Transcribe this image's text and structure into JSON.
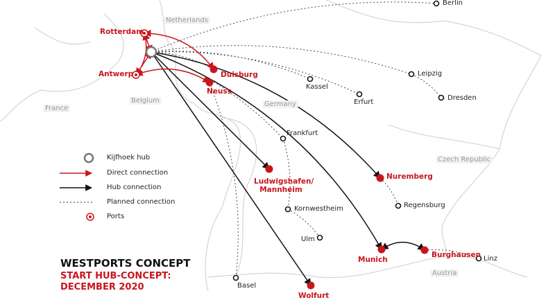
{
  "colors": {
    "accent": "#c8161d",
    "hub": "#777777",
    "line": "#111111",
    "border": "#cccccc"
  },
  "countries": [
    "Netherlands",
    "Belgium",
    "France",
    "Germany",
    "Czech Republic",
    "Austria"
  ],
  "ports": [
    "Rotterdam",
    "Antwerp"
  ],
  "terminals_red": [
    "Duisburg",
    "Neuss",
    "Ludwigshafen/ Mannheim",
    "Nuremberg",
    "Munich",
    "Burghausen",
    "Wolfurt"
  ],
  "terminals_planned": [
    "Berlin",
    "Leipzig",
    "Dresden",
    "Kassel",
    "Erfurt",
    "Frankfurt",
    "Kornwestheim",
    "Ulm",
    "Basel",
    "Regensburg",
    "Linz"
  ],
  "legend": [
    {
      "icon": "hub-circle",
      "label": "Kijfhoek hub"
    },
    {
      "icon": "red-arrow",
      "label": "Direct connection"
    },
    {
      "icon": "black-arrow",
      "label": "Hub connection"
    },
    {
      "icon": "dotted-line",
      "label": "Planned connection"
    },
    {
      "icon": "port-target",
      "label": "Ports"
    }
  ],
  "title": "WESTPORTS CONCEPT",
  "subtitle_1": "START HUB-CONCEPT:",
  "subtitle_2": "DECEMBER 2020",
  "connections": {
    "direct": [
      [
        "Rotterdam",
        "Duisburg"
      ],
      [
        "Antwerp",
        "Neuss"
      ],
      [
        "Rotterdam",
        "Antwerp"
      ],
      [
        "Hub",
        "Rotterdam"
      ],
      [
        "Hub",
        "Antwerp"
      ]
    ],
    "hub": [
      [
        "Hub",
        "Ludwigshafen/ Mannheim"
      ],
      [
        "Hub",
        "Wolfurt"
      ],
      [
        "Hub",
        "Nuremberg"
      ],
      [
        "Hub",
        "Munich"
      ],
      [
        "Munich",
        "Burghausen"
      ]
    ],
    "planned": [
      [
        "Hub",
        "Berlin"
      ],
      [
        "Hub",
        "Leipzig"
      ],
      [
        "Leipzig",
        "Dresden"
      ],
      [
        "Hub",
        "Kassel"
      ],
      [
        "Hub",
        "Erfurt"
      ],
      [
        "Hub",
        "Duisburg"
      ],
      [
        "Hub",
        "Frankfurt"
      ],
      [
        "Frankfurt",
        "Kornwestheim"
      ],
      [
        "Kornwestheim",
        "Ulm"
      ],
      [
        "Neuss",
        "Basel"
      ],
      [
        "Nuremberg",
        "Regensburg"
      ],
      [
        "Burghausen",
        "Linz"
      ]
    ]
  }
}
